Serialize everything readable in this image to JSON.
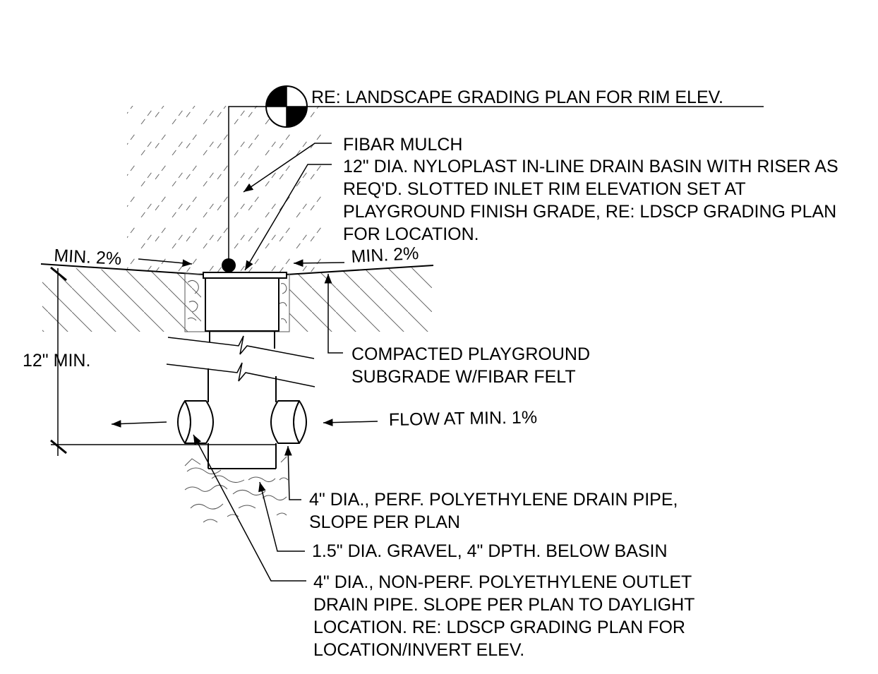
{
  "labels": {
    "rim_elev": "RE: LANDSCAPE GRADING PLAN FOR RIM ELEV.",
    "mulch": "FIBAR MULCH",
    "basin": [
      "12\" DIA. NYLOPLAST IN-LINE DRAIN BASIN WITH RISER AS",
      "REQ'D. SLOTTED INLET RIM ELEVATION SET AT",
      "PLAYGROUND FINISH GRADE, RE: LDSCP GRADING PLAN",
      "FOR LOCATION."
    ],
    "slope_left": "MIN. 2%",
    "slope_right": "MIN. 2%",
    "depth": "12\" MIN.",
    "subgrade": [
      "COMPACTED PLAYGROUND",
      "SUBGRADE W/FIBAR FELT"
    ],
    "flow": "FLOW AT MIN. 1%",
    "perf_pipe": [
      "4\" DIA., PERF. POLYETHYLENE DRAIN PIPE,",
      "SLOPE PER PLAN"
    ],
    "gravel": "1.5\" DIA. GRAVEL, 4\" DPTH. BELOW BASIN",
    "outlet_pipe": [
      "4\" DIA., NON-PERF. POLYETHYLENE OUTLET",
      "DRAIN PIPE. SLOPE PER PLAN TO DAYLIGHT",
      "LOCATION. RE: LDSCP GRADING PLAN FOR",
      "LOCATION/INVERT ELEV."
    ]
  },
  "colors": {
    "line": "#000000",
    "hatch": "#555555",
    "background": "#ffffff"
  }
}
